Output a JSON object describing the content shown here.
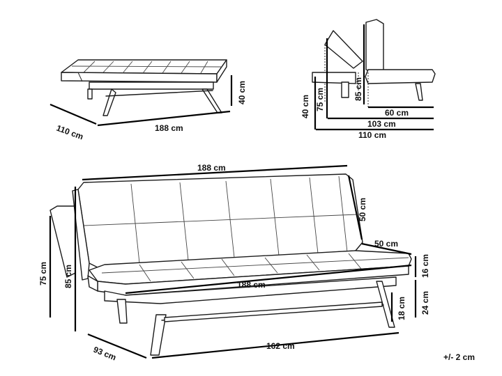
{
  "top_left_view": {
    "width_label": "188 cm",
    "depth_label": "110 cm",
    "height_label": "40 cm"
  },
  "top_right_view": {
    "back_height_label": "85 cm",
    "back_height_lower_label": "75 cm",
    "seat_height_label": "40 cm",
    "seat_depth_label": "60 cm",
    "mid_depth_label": "103 cm",
    "total_depth_label": "110 cm"
  },
  "main_view": {
    "top_width_label": "188 cm",
    "back_cushion_label": "50 cm",
    "seat_depth_label": "50 cm",
    "seat_width_label": "188 cm",
    "overall_height_label": "85 cm",
    "back_height_label": "75 cm",
    "depth_label": "93 cm",
    "leg_span_label": "162 cm",
    "seat_thickness_label": "16 cm",
    "seat_height_label": "24 cm",
    "leg_height_label": "18 cm"
  },
  "tolerance_label": "+/- 2 cm"
}
